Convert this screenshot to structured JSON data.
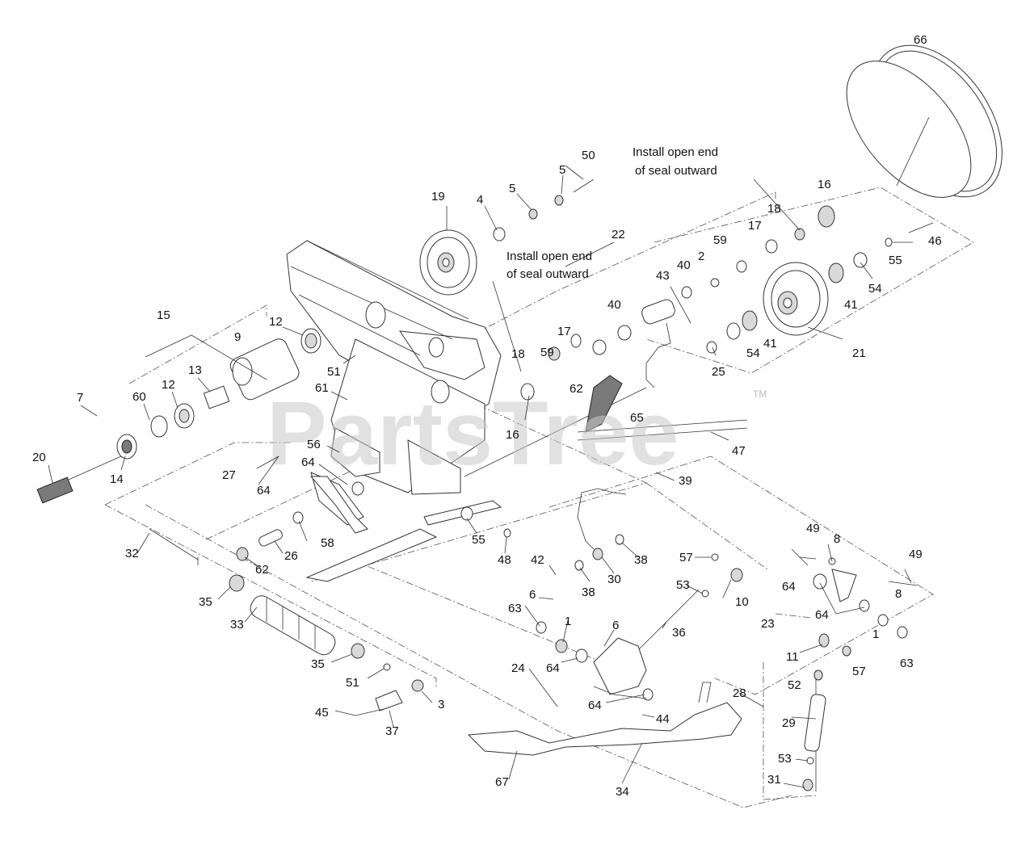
{
  "watermark": {
    "text": "PartsTree",
    "tm": "TM"
  },
  "notes": [
    {
      "line1": "Install open end",
      "line2": "of seal outward"
    },
    {
      "line1": "Install open end",
      "line2": "of seal outward"
    }
  ],
  "callouts": [
    "1",
    "1",
    "2",
    "3",
    "4",
    "5",
    "5",
    "6",
    "6",
    "7",
    "8",
    "8",
    "9",
    "10",
    "11",
    "12",
    "12",
    "13",
    "14",
    "15",
    "16",
    "16",
    "17",
    "17",
    "18",
    "18",
    "19",
    "20",
    "21",
    "22",
    "23",
    "24",
    "25",
    "26",
    "27",
    "28",
    "29",
    "30",
    "31",
    "32",
    "33",
    "34",
    "35",
    "35",
    "36",
    "37",
    "38",
    "38",
    "39",
    "40",
    "40",
    "41",
    "41",
    "42",
    "43",
    "44",
    "45",
    "46",
    "47",
    "48",
    "49",
    "49",
    "50",
    "51",
    "51",
    "52",
    "53",
    "53",
    "54",
    "54",
    "55",
    "55",
    "56",
    "57",
    "57",
    "58",
    "59",
    "59",
    "60",
    "61",
    "62",
    "62",
    "63",
    "63",
    "64",
    "64",
    "64",
    "64",
    "64",
    "64",
    "65",
    "66",
    "67"
  ]
}
